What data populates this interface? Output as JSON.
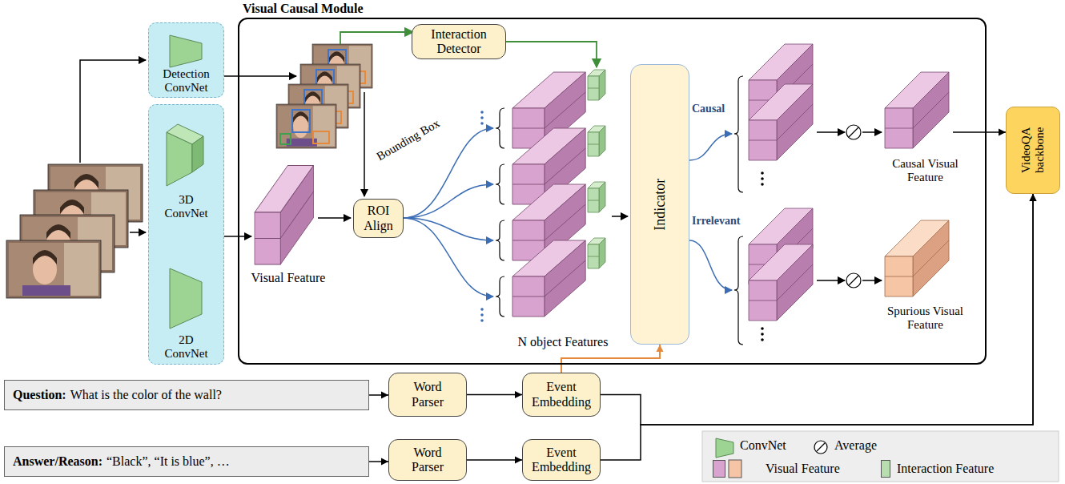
{
  "diagram": {
    "nodes": [
      {
        "text": [
          "Detection ConvNet"
        ]
      },
      {
        "text": [
          "3D ConvNet",
          "2D ConvNet"
        ]
      },
      {
        "text": [
          "Visual Causal Module"
        ]
      },
      {
        "text": [
          "Interaction Detector"
        ],
        "in": 2
      },
      {
        "text": [
          "ROI Align"
        ],
        "in": 2
      },
      {
        "text": [
          "Indicator"
        ],
        "in": 2
      },
      {
        "text": [
          "VideoQA backbone"
        ]
      },
      {
        "text": [
          "Question:",
          "What is the color of the wall?"
        ]
      },
      {
        "text": [
          "Word Parser"
        ]
      },
      {
        "text": [
          "Event Embedding"
        ]
      },
      {
        "text": [
          "Answer/Reason:",
          "“Black”, “It is blue”, …"
        ]
      },
      {
        "text": [
          "Word Parser"
        ]
      },
      {
        "text": [
          "Event Embedding"
        ]
      }
    ],
    "edges": [
      {
        "from": 2,
        "to": 6,
        "arrow": "to"
      },
      {
        "from": 7,
        "to": 8,
        "arrow": "to"
      },
      {
        "from": 8,
        "to": 9,
        "arrow": "to"
      },
      {
        "from": 9,
        "to": 5,
        "arrow": "to"
      },
      {
        "from": 10,
        "to": 11,
        "arrow": "to"
      },
      {
        "from": 11,
        "to": 12,
        "arrow": "to"
      },
      {
        "from": 9,
        "to": 6,
        "arrow": "to"
      },
      {
        "from": 12,
        "to": 6,
        "arrow": "to"
      }
    ],
    "labels": [
      "Bounding Box",
      "Visual Feature",
      "N object Features",
      "Causal",
      "Irrelevant",
      "Causal Visual Feature",
      "Spurious Visual Feature"
    ],
    "legend": [
      {
        "text": "ConvNet"
      },
      {
        "text": "Average"
      },
      {
        "text": "Visual Feature",
        "color": "#d9a3cf"
      },
      {
        "text": "Interaction Feature",
        "color": "#b8ddb0"
      }
    ]
  }
}
